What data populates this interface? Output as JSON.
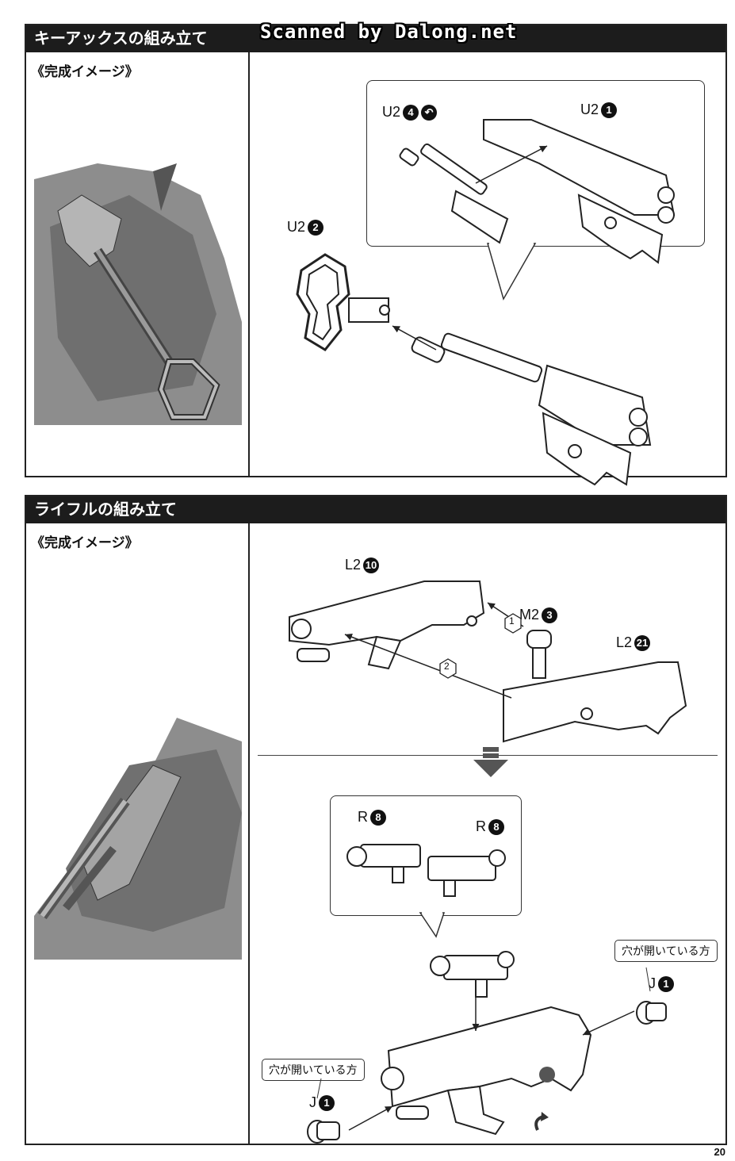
{
  "watermark": "Scanned by Dalong.net",
  "section1": {
    "title": "キーアックスの組み立て",
    "image_label": "《完成イメージ》",
    "parts": {
      "u2_4": {
        "code": "U2",
        "num": "4"
      },
      "u2_1": {
        "code": "U2",
        "num": "1"
      },
      "u2_2": {
        "code": "U2",
        "num": "2"
      }
    }
  },
  "section2": {
    "title": "ライフルの組み立て",
    "image_label": "《完成イメージ》",
    "parts": {
      "l2_10": {
        "code": "L2",
        "num": "10"
      },
      "m2_3": {
        "code": "M2",
        "num": "3"
      },
      "l2_21": {
        "code": "L2",
        "num": "21"
      },
      "r8_a": {
        "code": "R",
        "num": "8"
      },
      "r8_b": {
        "code": "R",
        "num": "8"
      },
      "j1_a": {
        "code": "J",
        "num": "1"
      },
      "j1_b": {
        "code": "J",
        "num": "1"
      }
    },
    "steps": {
      "one": "1",
      "two": "2"
    },
    "hole_tag_right": "穴が開いている方",
    "hole_tag_left": "穴が開いている方"
  },
  "page_number": "20",
  "colors": {
    "header_bg": "#1c1c1c",
    "header_text": "#ffffff",
    "line": "#222222",
    "photo_gray": "#8a8a8a"
  }
}
